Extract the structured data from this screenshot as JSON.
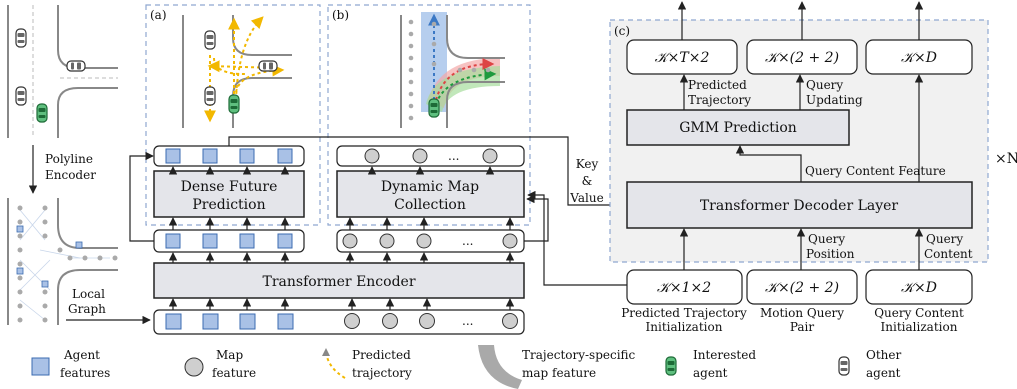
{
  "panels": {
    "a": "(a)",
    "b": "(b)",
    "c": "(c)"
  },
  "left": {
    "polyline_encoder": [
      "Polyline",
      "Encoder"
    ],
    "local_graph": [
      "Local",
      "Graph"
    ]
  },
  "blocks": {
    "dense_future": [
      "Dense Future",
      "Prediction"
    ],
    "dynamic_map": [
      "Dynamic Map",
      "Collection"
    ],
    "transformer_encoder": "Transformer Encoder",
    "gmm": "GMM Prediction",
    "decoder": "Transformer Decoder Layer"
  },
  "ellipsis": "...",
  "key_value": [
    "Key",
    "&",
    "Value"
  ],
  "repeat": "×N",
  "outputs": [
    "𝒦×T×2",
    "𝒦×(2 + 2)",
    "𝒦×D"
  ],
  "output_labels": {
    "predicted_trajectory": [
      "Predicted",
      "Trajectory"
    ],
    "query_updating": [
      "Query",
      "Updating"
    ]
  },
  "query_content_feature": "Query Content Feature",
  "query_position": [
    "Query",
    "Position"
  ],
  "query_content": [
    "Query",
    "Content"
  ],
  "inputs": [
    {
      "dim": "𝒦×1×2",
      "label": [
        "Predicted Trajectory",
        "Initialization"
      ]
    },
    {
      "dim": "𝒦×(2 + 2)",
      "label": [
        "Motion Query",
        "Pair"
      ]
    },
    {
      "dim": "𝒦×D",
      "label": [
        "Query Content",
        "Initialization"
      ]
    }
  ],
  "legend": [
    {
      "icon": "agent-square",
      "text": [
        "Agent",
        "features"
      ]
    },
    {
      "icon": "map-circle",
      "text": [
        "Map",
        "feature"
      ]
    },
    {
      "icon": "predicted-arrow",
      "text": [
        "Predicted",
        "trajectory"
      ]
    },
    {
      "icon": "map-band",
      "text": [
        "Trajectory-specific",
        "map feature"
      ]
    },
    {
      "icon": "interested-car",
      "text": [
        "Interested",
        "agent"
      ]
    },
    {
      "icon": "other-car",
      "text": [
        "Other",
        "agent"
      ]
    }
  ],
  "colors": {
    "agent": "#a9c1e6",
    "map": "#cfcfcf",
    "gray_block": "#e4e5ea",
    "dashed": "#8fa8d0",
    "traj": "#f2b800",
    "interested": "#3a9a5c"
  }
}
